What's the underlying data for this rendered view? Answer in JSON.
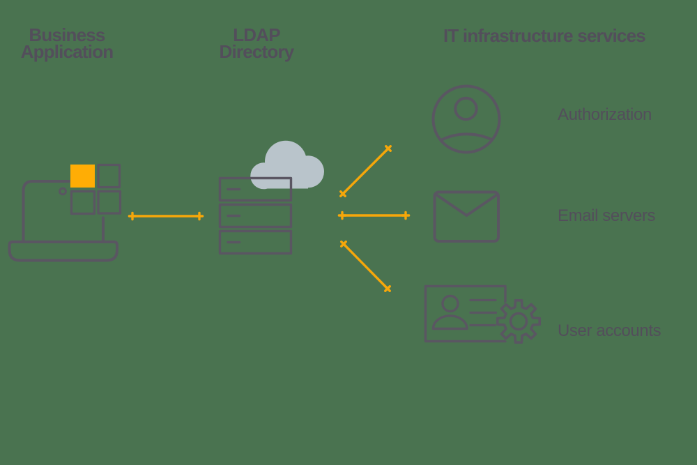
{
  "headers": {
    "business": "Business\nApplication",
    "ldap": "LDAP\nDirectory",
    "services": "IT infrastructure services"
  },
  "services": [
    {
      "label": "Authorization"
    },
    {
      "label": "Email servers"
    },
    {
      "label": "User accounts"
    }
  ],
  "icons": {
    "business": "laptop-app-grid-icon",
    "ldap": "cloud-server-stack-icon",
    "authorization": "user-avatar-icon",
    "email": "envelope-icon",
    "accounts": "id-card-gear-icon"
  },
  "connectors": {
    "style": "double-ended plus-capped lines",
    "count": 4
  },
  "colors": {
    "background": "#4A7350",
    "icon_stroke": "#5A5662",
    "text": "#534E5B",
    "accent_line": "#F6A70A",
    "accent_square": "#FFAD05",
    "cloud": "#B9C4CB"
  }
}
